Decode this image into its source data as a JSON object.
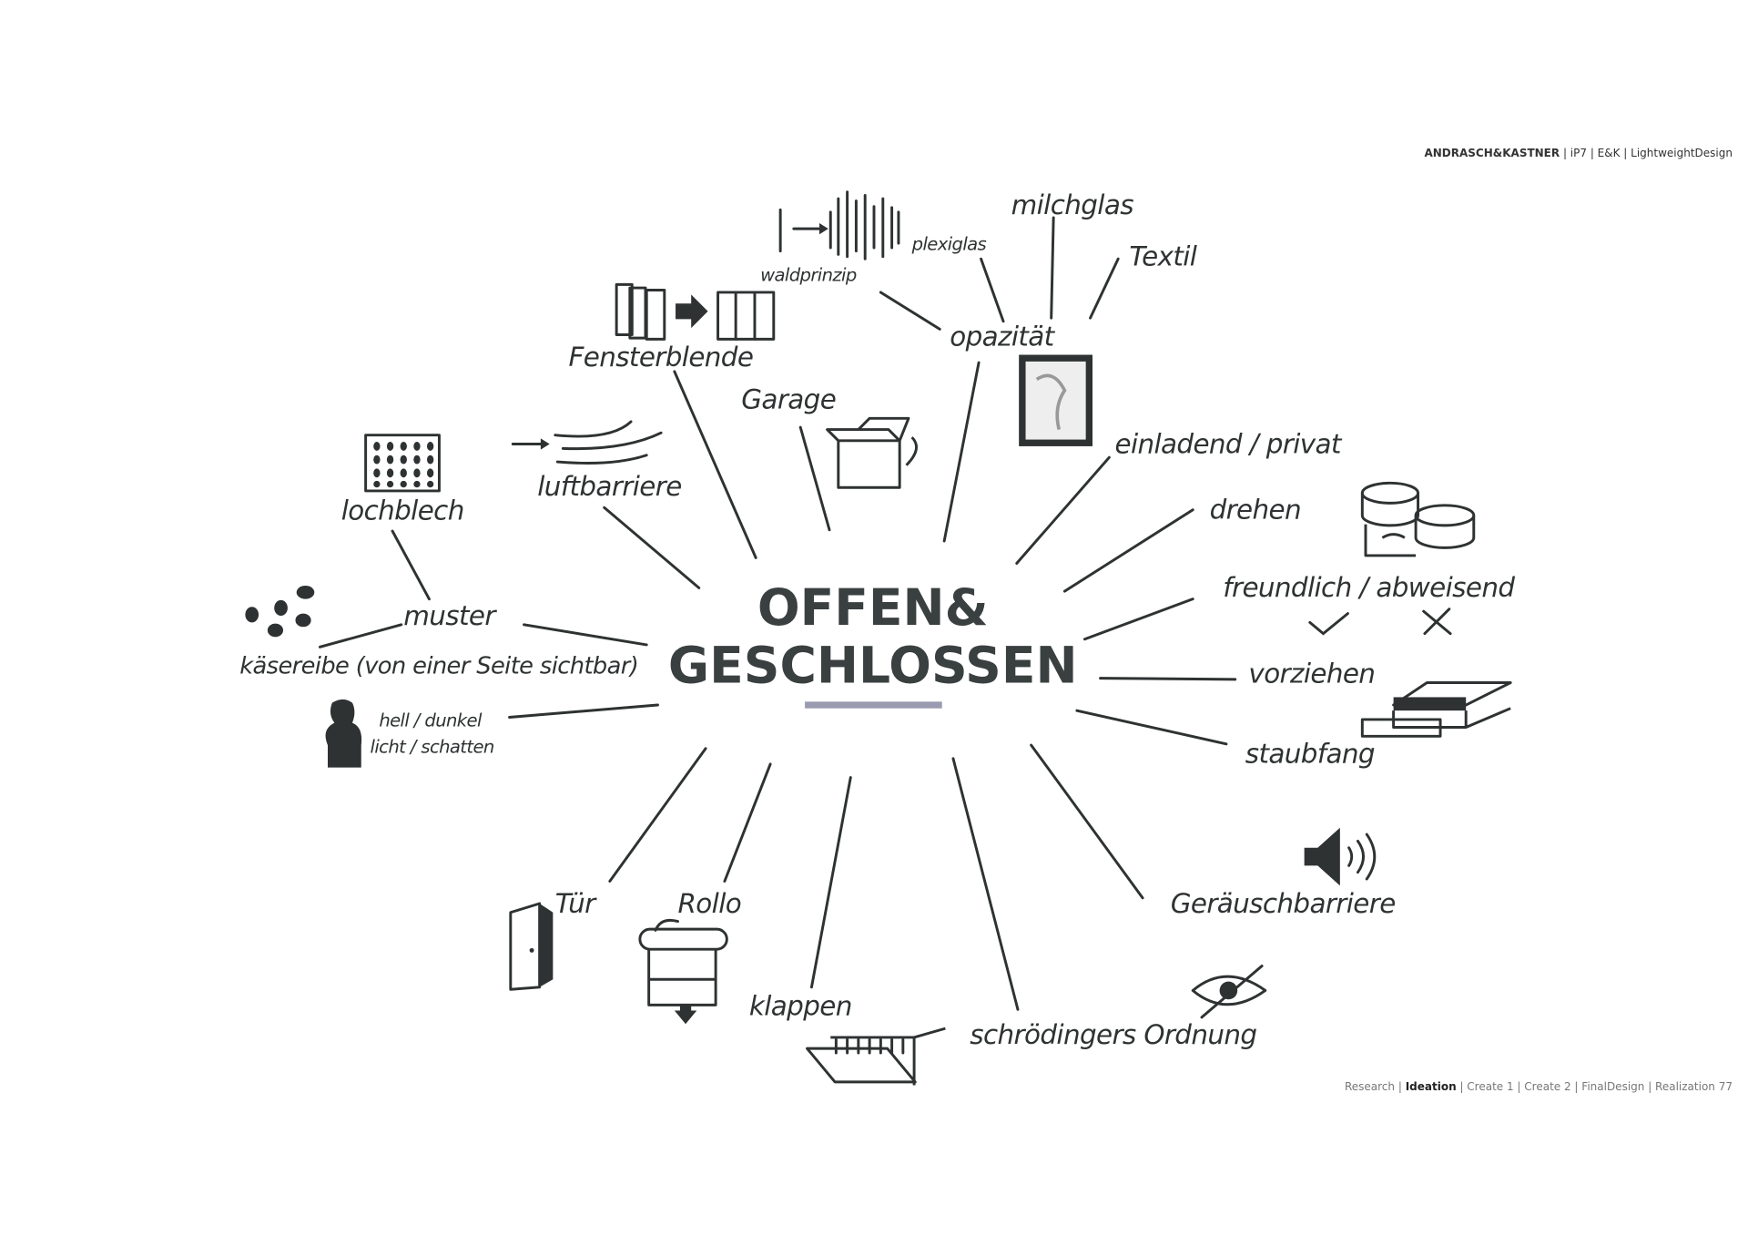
{
  "header": {
    "brand": "ANDRASCH&KASTNER",
    "rest": " | iP7 | E&K | LightweightDesign"
  },
  "footer": {
    "before": "Research | ",
    "active": "Ideation",
    "after": " | Create 1 | Create 2 | FinalDesign | Realization",
    "page": "77"
  },
  "center": {
    "line1": "OFFEN&",
    "line2": "GESCHLOSSEN",
    "underline_color": "#9a9ab0"
  },
  "labels": {
    "waldprinzip": "waldprinzip",
    "plexiglas": "plexiglas",
    "milchglas": "milchglas",
    "textil": "Textil",
    "opazitaet": "opazität",
    "fensterblende": "Fensterblende",
    "garage": "Garage",
    "lochblech": "lochblech",
    "luftbarriere": "luftbarriere",
    "einladend": "einladend / privat",
    "drehen": "drehen",
    "freundlich": "freundlich / abweisend",
    "vorziehen": "vorziehen",
    "staubfang": "staubfang",
    "muster": "muster",
    "kaesereibe": "käsereibe (von einer Seite sichtbar)",
    "hell": "hell / dunkel",
    "licht": "licht / schatten",
    "tuer": "Tür",
    "rollo": "Rollo",
    "klappen": "klappen",
    "schroedinger": "schrödingers Ordnung",
    "geraeusch": "Geräuschbarriere"
  }
}
